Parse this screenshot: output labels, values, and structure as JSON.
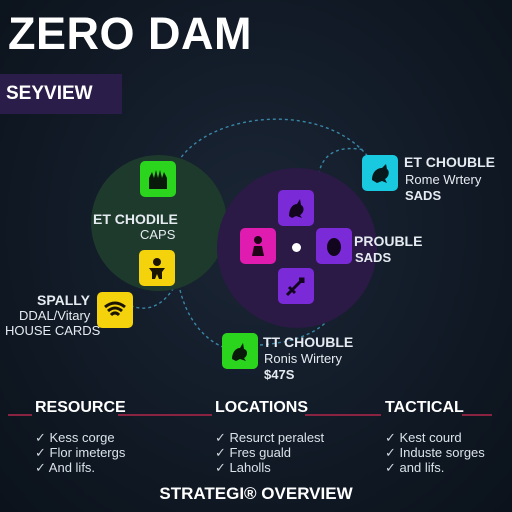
{
  "header": {
    "title": "ZERO DAM",
    "overview_tab": "SEYVIEW"
  },
  "map": {
    "green_zone": {
      "title": "ET CHODILE",
      "subtitle": "CAPS"
    },
    "left_node": {
      "title": "SPALLY",
      "line1": "DDAL/Vitary",
      "line2": "HOUSE CARDS"
    },
    "top_right_node": {
      "title": "ET CHOUBLE",
      "line1": "Rome Wrtery",
      "value": "SADS"
    },
    "purple_zone": {
      "title": "PROUBLE",
      "value": "SADS"
    },
    "bottom_node": {
      "title": "TT CHOUBLE",
      "line1": "Ronis Wirtery",
      "value": "$47S"
    },
    "colors": {
      "green": "#2bd41d",
      "yellow": "#f4d20c",
      "cyan": "#19c9e0",
      "magenta": "#e01bb0",
      "purple": "#7b2ad8",
      "lime": "#2bd41d"
    },
    "icons": [
      "castle-icon",
      "soldier-icon",
      "wifi-icon",
      "beast-icon",
      "figure-icon",
      "monster-icon",
      "sword-icon",
      "creature-icon",
      "dragon-icon"
    ]
  },
  "columns": [
    {
      "heading": "RESOURCE",
      "items": [
        "Kess corge",
        "Flor imetergs",
        "And lifs."
      ]
    },
    {
      "heading": "LOCATIONS",
      "items": [
        "Resurct peralest",
        "Fres guald",
        "Laholls"
      ]
    },
    {
      "heading": "TACTICAL",
      "items": [
        "Kest courd",
        "Induste sorges",
        "and lifs."
      ]
    }
  ],
  "footer": {
    "text": "STRATEGI® OVERVIEW"
  }
}
